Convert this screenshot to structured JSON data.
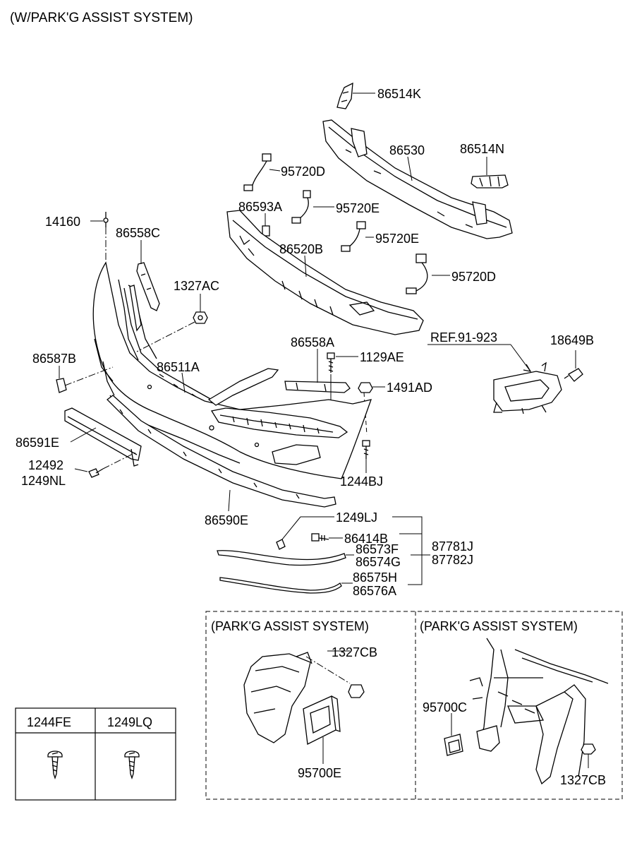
{
  "header": {
    "title": "(W/PARK'G ASSIST SYSTEM)"
  },
  "parts": {
    "p86514K": "86514K",
    "p86530": "86530",
    "p86514N": "86514N",
    "p95720D_top": "95720D",
    "p95720E_a": "95720E",
    "p86593A": "86593A",
    "p95720E_b": "95720E",
    "p14160": "14160",
    "p86558C": "86558C",
    "p86520B": "86520B",
    "p95720D_bot": "95720D",
    "p1327AC": "1327AC",
    "p_ref": "REF.91-923",
    "p18649B": "18649B",
    "p86558A": "86558A",
    "p1129AE": "1129AE",
    "p86587B": "86587B",
    "p86511A": "86511A",
    "p1491AD": "1491AD",
    "p86591E": "86591E",
    "p12492": "12492",
    "p1249NL": "1249NL",
    "p1244BJ": "1244BJ",
    "p86590E": "86590E",
    "p1249LJ": "1249LJ",
    "p86414B": "86414B",
    "p86573F": "86573F",
    "p86574G": "86574G",
    "p87781J": "87781J",
    "p87782J": "87782J",
    "p86575H": "86575H",
    "p86576A": "86576A"
  },
  "inset_left": {
    "title": "(PARK'G ASSIST SYSTEM)",
    "p1327CB": "1327CB",
    "p95700E": "95700E"
  },
  "inset_right": {
    "title": "(PARK'G ASSIST SYSTEM)",
    "p95700C": "95700C",
    "p1327CB": "1327CB"
  },
  "legend": {
    "col1": "1244FE",
    "col2": "1249LQ"
  },
  "icons": [
    "screw-icon"
  ]
}
